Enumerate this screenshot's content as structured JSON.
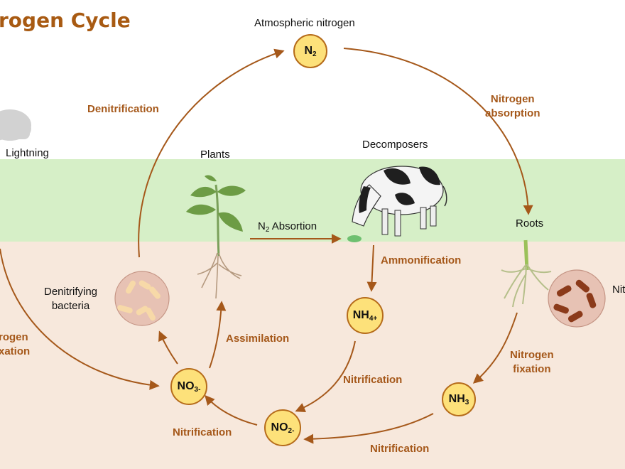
{
  "title": "rogen Cycle",
  "labels": {
    "atmospheric": "Atmospheric nitrogen",
    "lightning": "Lightning",
    "plants": "Plants",
    "decomposers": "Decomposers",
    "roots": "Roots",
    "denitrifying_bacteria": [
      "Denitrifying",
      "bacteria"
    ],
    "n2_absortion": {
      "main": "N",
      "sub": "2",
      "rest": " Absortion"
    },
    "nitrogen_bacteria_partial": "Nit"
  },
  "processes": {
    "denitrification": "Denitrification",
    "nitrogen_absorption": [
      "Nitrogen",
      "absorption"
    ],
    "ammonification": "Ammonification",
    "assimilation": "Assimilation",
    "nitrification_1": "Nitrification",
    "nitrification_2": "Nitrification",
    "nitrification_3": "Nitrification",
    "nitrogen_fixation_right": [
      "Nitrogen",
      "fixation"
    ],
    "nitrogen_fixation_left": [
      "rogen",
      "xation"
    ]
  },
  "nodes": {
    "n2": {
      "main": "N",
      "sub": "2"
    },
    "nh4": {
      "main": "NH",
      "sub": "4+"
    },
    "no3": {
      "main": "NO",
      "sub": "3-"
    },
    "no2": {
      "main": "NO",
      "sub": "2-"
    },
    "nh3": {
      "main": "NH",
      "sub": "3"
    }
  },
  "colors": {
    "arrow": "#a5581a",
    "node_fill": "#fde17a",
    "grass": "#d6efc7",
    "soil": "#f7e8dc",
    "title": "#a85a12"
  }
}
